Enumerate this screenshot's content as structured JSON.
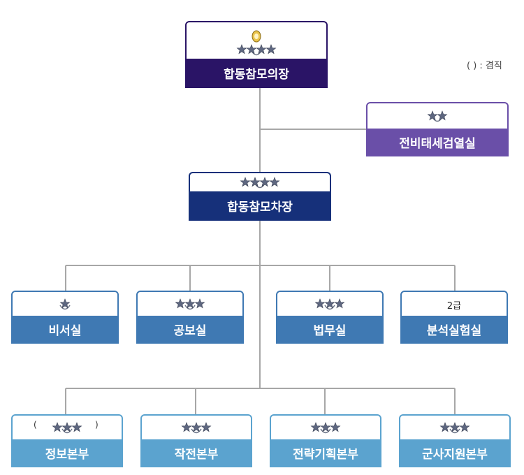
{
  "legend": "( ) : 겸직",
  "colors": {
    "chair": "#2a1466",
    "inspection": "#6a4fa8",
    "vice": "#16307a",
    "staff": "#3f79b3",
    "headquarters": "#5ba3cf",
    "line": "#a7a7a7"
  },
  "nodes": {
    "chair": {
      "label": "합동참모의장",
      "rank": "four-star-with-emblem"
    },
    "inspection": {
      "label": "전비태세검열실",
      "rank": "two-star"
    },
    "vice": {
      "label": "합동참모차장",
      "rank": "four-star"
    },
    "secretary": {
      "label": "비서실",
      "rank": "one-star"
    },
    "public_affairs": {
      "label": "공보실",
      "rank": "three-star"
    },
    "legal": {
      "label": "법무실",
      "rank": "three-star"
    },
    "analysis": {
      "label": "분석실험실",
      "rank_text": "2급"
    },
    "intelligence": {
      "label": "정보본부",
      "rank": "three-star",
      "paren_open": "(",
      "paren_close": ")"
    },
    "operations": {
      "label": "작전본부",
      "rank": "three-star"
    },
    "strategy": {
      "label": "전략기획본부",
      "rank": "three-star"
    },
    "support": {
      "label": "군사지원본부",
      "rank": "three-star"
    }
  }
}
